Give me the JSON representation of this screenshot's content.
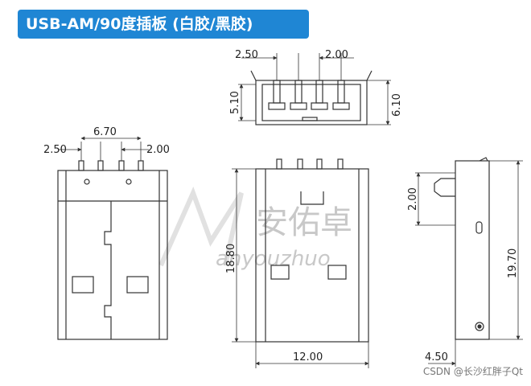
{
  "title": "USB-AM/90度插板 (白胶/黑胶)",
  "watermark": {
    "brand_cn": "安佑卓",
    "brand_en": "anyouzhuo"
  },
  "credit": "CSDN @长沙红胖子Qt",
  "top_view": {
    "pitch_outer": "2.50",
    "pitch_inner": "2.00",
    "height_inner": "5.10",
    "height_outer": "6.10"
  },
  "front_view": {
    "pin_span": "6.70",
    "pitch_outer": "2.50",
    "pitch_inner": "2.00"
  },
  "plug_view": {
    "height": "18.80",
    "width": "12.00"
  },
  "side_view": {
    "lead": "2.00",
    "height": "19.70",
    "width": "4.50"
  },
  "colors": {
    "title_bg": "#1f86d4",
    "line": "#333333"
  }
}
